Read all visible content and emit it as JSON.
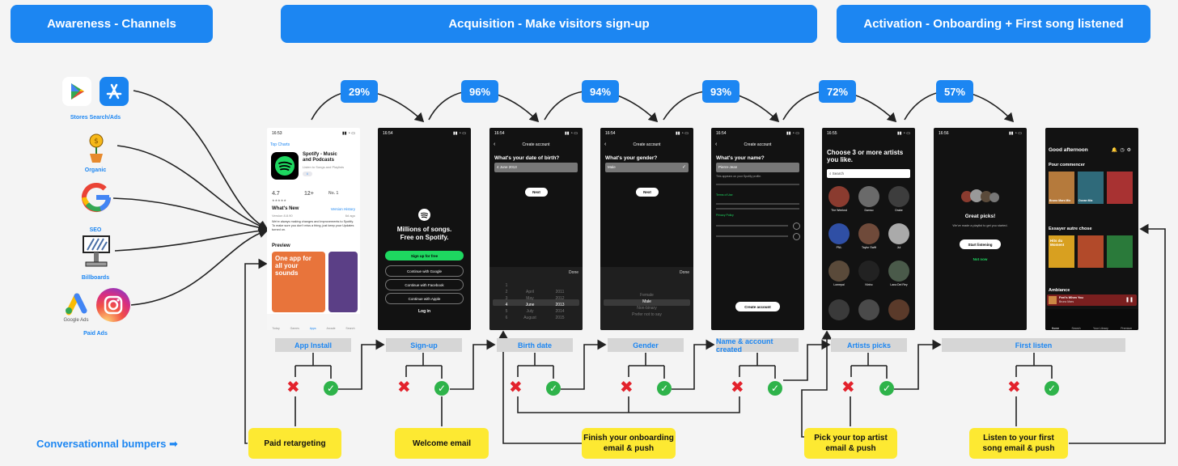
{
  "headers": {
    "awareness": "Awareness - Channels",
    "acquisition": "Acquisition - Make visitors sign-up",
    "activation": "Activation - Onboarding + First song listened"
  },
  "percentages": [
    "29%",
    "96%",
    "94%",
    "93%",
    "72%",
    "57%"
  ],
  "channels": {
    "stores": "Stores Search/Ads",
    "organic": "Organic",
    "seo": "SEO",
    "billboards": "Billboards",
    "google_ads_logo": "Google Ads",
    "paid_ads": "Paid Ads"
  },
  "steps": [
    "App Install",
    "Sign-up",
    "Birth date",
    "Gender",
    "Name & account created",
    "Artists picks",
    "First listen"
  ],
  "notes": {
    "paid_retargeting": "Paid retargeting",
    "welcome_email": "Welcome email",
    "finish_onboarding_l1": "Finish your onboarding",
    "finish_onboarding_l2": "email & push",
    "pick_artist_l1": "Pick your top artist",
    "pick_artist_l2": "email & push",
    "listen_first_l1": "Listen to your first",
    "listen_first_l2": "song email & push"
  },
  "bumpers_label": "Conversationnal bumpers ➡",
  "screens": {
    "appstore": {
      "time": "16:53",
      "back": "Top Charts",
      "app_name_l1": "Spotify - Music",
      "app_name_l2": "and Podcasts",
      "app_sub": "Listen to Songs and Playlists",
      "rating": "4.7",
      "age": "12+",
      "rank": "No. 1",
      "whats_new": "What's New",
      "version_history": "Version History",
      "version": "Version 8.8.90",
      "days": "6d ago",
      "notes_text": "We're always making changes and improvements to Spotify. To make sure you don't miss a thing, just keep your Updates turned on.",
      "preview": "Preview",
      "promo_l1": "One app for",
      "promo_l2": "all your sounds",
      "tabs": [
        "Today",
        "Games",
        "Apps",
        "Arcade",
        "Search"
      ]
    },
    "signup": {
      "time": "16:54",
      "tagline_l1": "Millions of songs.",
      "tagline_l2": "Free on Spotify.",
      "btn_free": "Sign up for free",
      "btn_google": "Continue with Google",
      "btn_facebook": "Continue with Facebook",
      "btn_apple": "Continue with Apple",
      "login": "Log in"
    },
    "birth": {
      "time": "16:54",
      "title": "Create account",
      "question": "What's your date of birth?",
      "value": "4 June 2013",
      "next": "Next",
      "done": "Done",
      "wheel_days": [
        "1",
        "2",
        "3",
        "4",
        "5",
        "6"
      ],
      "wheel_months": [
        "April",
        "May",
        "June",
        "July",
        "August"
      ],
      "wheel_years": [
        "2011",
        "2012",
        "2013",
        "2014",
        "2015"
      ]
    },
    "gender": {
      "time": "16:54",
      "title": "Create account",
      "question": "What's your gender?",
      "value": "Male",
      "next": "Next",
      "done": "Done",
      "options": [
        "Female",
        "Male",
        "Non-binary",
        "Prefer not to say"
      ]
    },
    "name": {
      "time": "16:54",
      "title": "Create account",
      "question": "What's your name?",
      "value": "Pierre-Jean",
      "hint": "This appears on your Spotify profile.",
      "terms_link": "Terms of Use",
      "privacy_link": "Privacy Policy",
      "btn": "Create account"
    },
    "artists": {
      "time": "16:55",
      "title_l1": "Choose 3 or more artists",
      "title_l2": "you like.",
      "search": "Search",
      "names": [
        "The Weeknd",
        "Damso",
        "Drake",
        "PNL",
        "Taylor Swift",
        "Jul",
        "Lomepal",
        "Ninho",
        "Lana Del Rey",
        "",
        "",
        ""
      ]
    },
    "picks": {
      "time": "16:56",
      "title": "Great picks!",
      "text": "We've made a playlist to get you started.",
      "btn": "Start listening",
      "not_now": "Not now"
    },
    "home": {
      "title": "Good afternoon",
      "section1": "Pour commencer",
      "section2": "Essayer autre chose",
      "section3": "Ambiance",
      "card_a": "Bruno Mars Mix",
      "card_b": "Ocean Mix",
      "card_c": "Hits du Moment",
      "track": "Feel's When You",
      "artist": "Bruno Mars",
      "tabs": [
        "Home",
        "Search",
        "Your Library",
        "Premium"
      ]
    }
  }
}
